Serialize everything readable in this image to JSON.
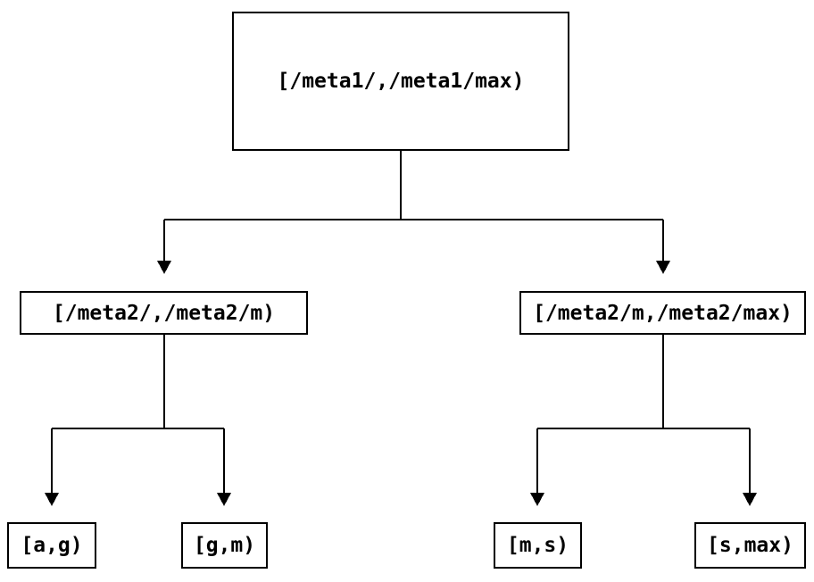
{
  "colors": {
    "line": "#000000",
    "text": "#000000",
    "node_border": "#000000",
    "node_fill": "#ffffff",
    "background": "#ffffff"
  },
  "diagram": {
    "type": "tree",
    "root": {
      "label": "[/meta1/,/meta1/max)"
    },
    "children": [
      {
        "label": "[/meta2/,/meta2/m)",
        "children": [
          {
            "label": "[a,g)"
          },
          {
            "label": "[g,m)"
          }
        ]
      },
      {
        "label": "[/meta2/m,/meta2/max)",
        "children": [
          {
            "label": "[m,s)"
          },
          {
            "label": "[s,max)"
          }
        ]
      }
    ]
  }
}
